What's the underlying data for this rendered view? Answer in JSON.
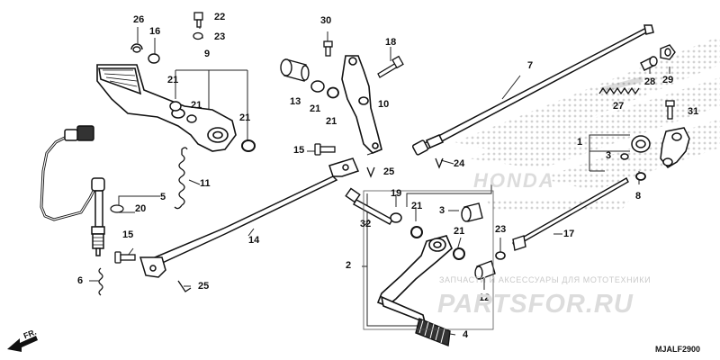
{
  "diagram": {
    "callouts": [
      {
        "id": "c1",
        "text": "1"
      },
      {
        "id": "c2",
        "text": "2"
      },
      {
        "id": "c3a",
        "text": "3"
      },
      {
        "id": "c3b",
        "text": "3"
      },
      {
        "id": "c4",
        "text": "4"
      },
      {
        "id": "c5",
        "text": "5"
      },
      {
        "id": "c6",
        "text": "6"
      },
      {
        "id": "c7",
        "text": "7"
      },
      {
        "id": "c8",
        "text": "8"
      },
      {
        "id": "c9",
        "text": "9"
      },
      {
        "id": "c10",
        "text": "10"
      },
      {
        "id": "c11",
        "text": "11"
      },
      {
        "id": "c12",
        "text": "12"
      },
      {
        "id": "c13",
        "text": "13"
      },
      {
        "id": "c14",
        "text": "14"
      },
      {
        "id": "c15a",
        "text": "15"
      },
      {
        "id": "c15b",
        "text": "15"
      },
      {
        "id": "c16",
        "text": "16"
      },
      {
        "id": "c17",
        "text": "17"
      },
      {
        "id": "c18",
        "text": "18"
      },
      {
        "id": "c19",
        "text": "19"
      },
      {
        "id": "c20",
        "text": "20"
      },
      {
        "id": "c21a",
        "text": "21"
      },
      {
        "id": "c21b",
        "text": "21"
      },
      {
        "id": "c21c",
        "text": "21"
      },
      {
        "id": "c21d",
        "text": "21"
      },
      {
        "id": "c21e",
        "text": "21"
      },
      {
        "id": "c21f",
        "text": "21"
      },
      {
        "id": "c21g",
        "text": "21"
      },
      {
        "id": "c22",
        "text": "22"
      },
      {
        "id": "c23a",
        "text": "23"
      },
      {
        "id": "c23b",
        "text": "23"
      },
      {
        "id": "c24",
        "text": "24"
      },
      {
        "id": "c25a",
        "text": "25"
      },
      {
        "id": "c25b",
        "text": "25"
      },
      {
        "id": "c26",
        "text": "26"
      },
      {
        "id": "c27",
        "text": "27"
      },
      {
        "id": "c28",
        "text": "28"
      },
      {
        "id": "c29",
        "text": "29"
      },
      {
        "id": "c30",
        "text": "30"
      },
      {
        "id": "c31",
        "text": "31"
      },
      {
        "id": "c32",
        "text": "32"
      }
    ],
    "direction_label": "FR.",
    "diagram_code": "MJALF2900",
    "brand_mark": "HONDA"
  },
  "watermark": {
    "tagline": "ЗАПЧАСТИ И АКСЕССУАРЫ ДЛЯ МОТОТЕХНИКИ",
    "site": "PARTSFOR.RU"
  }
}
